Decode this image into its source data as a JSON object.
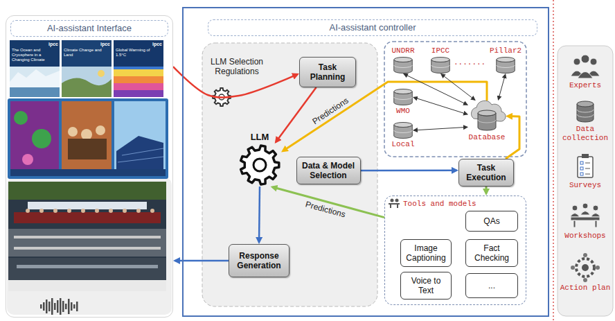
{
  "diagram": {
    "nodes": [
      {
        "text": [
          "AI-assistant Interface"
        ]
      },
      {
        "text": [
          "AI-assistant controller"
        ]
      },
      {
        "text": [
          "Task Planning"
        ],
        "in": 1
      },
      {
        "text": [
          "LLM"
        ],
        "in": 1
      },
      {
        "text": [
          "Data & Model Selection"
        ],
        "in": 1
      },
      {
        "text": [
          "Response Generation"
        ],
        "in": 1
      },
      {
        "text": [
          "UNDRR"
        ],
        "in": 1
      },
      {
        "text": [
          "IPCC"
        ],
        "in": 1
      },
      {
        "text": [
          "Pillar2"
        ],
        "in": 1
      },
      {
        "text": [
          "WMO"
        ],
        "in": 1
      },
      {
        "text": [
          "Local"
        ],
        "in": 1
      },
      {
        "text": [
          "Database"
        ],
        "in": 1
      },
      {
        "text": [
          "Task Execution"
        ],
        "in": 1
      },
      {
        "text": [
          "Tools and models"
        ],
        "in": 1
      },
      {
        "text": [
          "QAs"
        ],
        "in": 13
      },
      {
        "text": [
          "Image Captioning"
        ],
        "in": 13
      },
      {
        "text": [
          "Fact Checking"
        ],
        "in": 13
      },
      {
        "text": [
          "Voice to Text"
        ],
        "in": 13
      },
      {
        "text": [
          "..."
        ],
        "in": 13
      }
    ],
    "edges": [
      {
        "from": 0,
        "to": 2,
        "label": "LLM Selection Regulations",
        "arrow": "to"
      },
      {
        "from": 2,
        "to": 3,
        "arrow": "to"
      },
      {
        "from": 11,
        "to": 3,
        "label": "Predictions",
        "arrow": "to"
      },
      {
        "from": 4,
        "to": 12,
        "arrow": "to"
      },
      {
        "from": 12,
        "to": 11,
        "arrow": "to"
      },
      {
        "from": 12,
        "to": 13,
        "arrow": "to"
      },
      {
        "from": 13,
        "to": 3,
        "label": "Predictions",
        "arrow": "to"
      },
      {
        "from": 3,
        "to": 5,
        "arrow": "to"
      },
      {
        "from": 5,
        "to": 0,
        "arrow": "to"
      },
      {
        "from": 6,
        "to": 11,
        "arrow": "both"
      },
      {
        "from": 7,
        "to": 11,
        "arrow": "both"
      },
      {
        "from": 8,
        "to": 11,
        "arrow": "both"
      },
      {
        "from": 9,
        "to": 11,
        "arrow": "both"
      },
      {
        "from": 10,
        "to": 11,
        "arrow": "both"
      }
    ],
    "labels": [
      "ipcc",
      "ipcc",
      "ipcc",
      "The Ocean and Cryosphere in a Changing Climate",
      "Climate Change and Land",
      "Global Warming of 1.5°C",
      ".......",
      "Experts",
      "Data collection",
      "Surveys",
      "Workshops",
      "Action plan"
    ]
  }
}
